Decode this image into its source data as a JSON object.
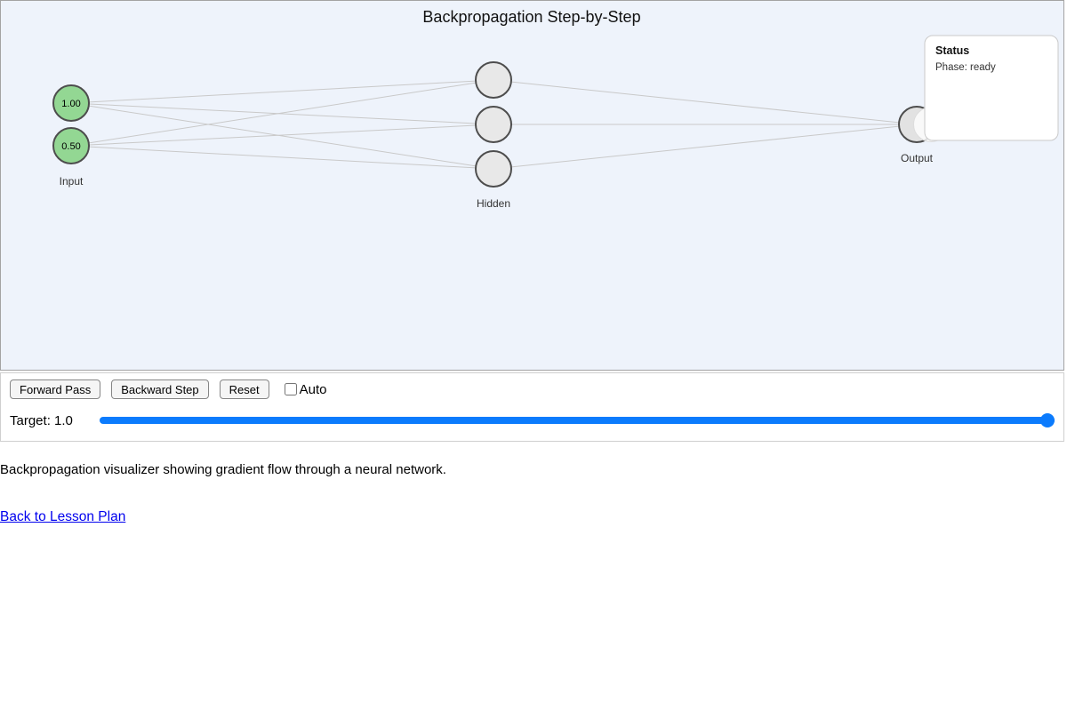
{
  "network": {
    "title": "Backpropagation Step-by-Step",
    "layers": {
      "input": {
        "label": "Input",
        "nodes": [
          {
            "value": "1.00"
          },
          {
            "value": "0.50"
          }
        ]
      },
      "hidden": {
        "label": "Hidden"
      },
      "output": {
        "label": "Output"
      }
    },
    "status": {
      "title": "Status",
      "phase": "Phase: ready"
    }
  },
  "controls": {
    "forward_label": "Forward Pass",
    "backward_label": "Backward Step",
    "reset_label": "Reset",
    "auto_label": "Auto",
    "auto_checked": false,
    "target_label": "Target: 1.0",
    "slider_value": "1"
  },
  "footer": {
    "description": "Backpropagation visualizer showing gradient flow through a neural network.",
    "back_link_label": "Back to Lesson Plan"
  },
  "colors": {
    "canvas_bg": "#eef3fb",
    "input_node_fill": "#93d793",
    "hidden_node_fill": "#e8e8e8",
    "output_node_fill": "#e2e2e2",
    "node_stroke": "#4d4d4d",
    "edge": "#c9c9c9",
    "slider_accent": "#0b7bfd",
    "link": "#0000ee"
  }
}
